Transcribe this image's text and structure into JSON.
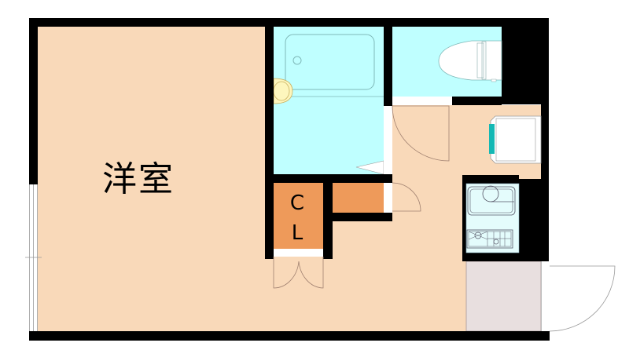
{
  "floorplan": {
    "rooms": [
      {
        "id": "western-room",
        "label": "洋室",
        "type": "bedroom"
      },
      {
        "id": "closet",
        "label": "C\nL",
        "type": "closet"
      },
      {
        "id": "bathroom",
        "label": "",
        "type": "unit-bath"
      },
      {
        "id": "toilet",
        "label": "",
        "type": "toilet"
      },
      {
        "id": "kitchen",
        "label": "",
        "type": "kitchen"
      },
      {
        "id": "storage",
        "label": "",
        "type": "storage"
      },
      {
        "id": "entrance",
        "label": "",
        "type": "genkan"
      },
      {
        "id": "laundry",
        "label": "",
        "type": "washing-machine-space"
      }
    ],
    "fixtures": [
      "bathtub",
      "wash-basin",
      "toilet-bowl",
      "washing-machine-pan",
      "kitchen-sink",
      "gas-stove"
    ],
    "colors": {
      "wall": "#000000",
      "floor": "#f9d9b9",
      "wet_area": "#bfffff",
      "closet": "#ee9a5a",
      "entrance": "#e8dfdf",
      "kitchen_counter": "#e4fcfc",
      "basin": "#fdf6bd",
      "washer_accent": "#14b8b4"
    }
  }
}
